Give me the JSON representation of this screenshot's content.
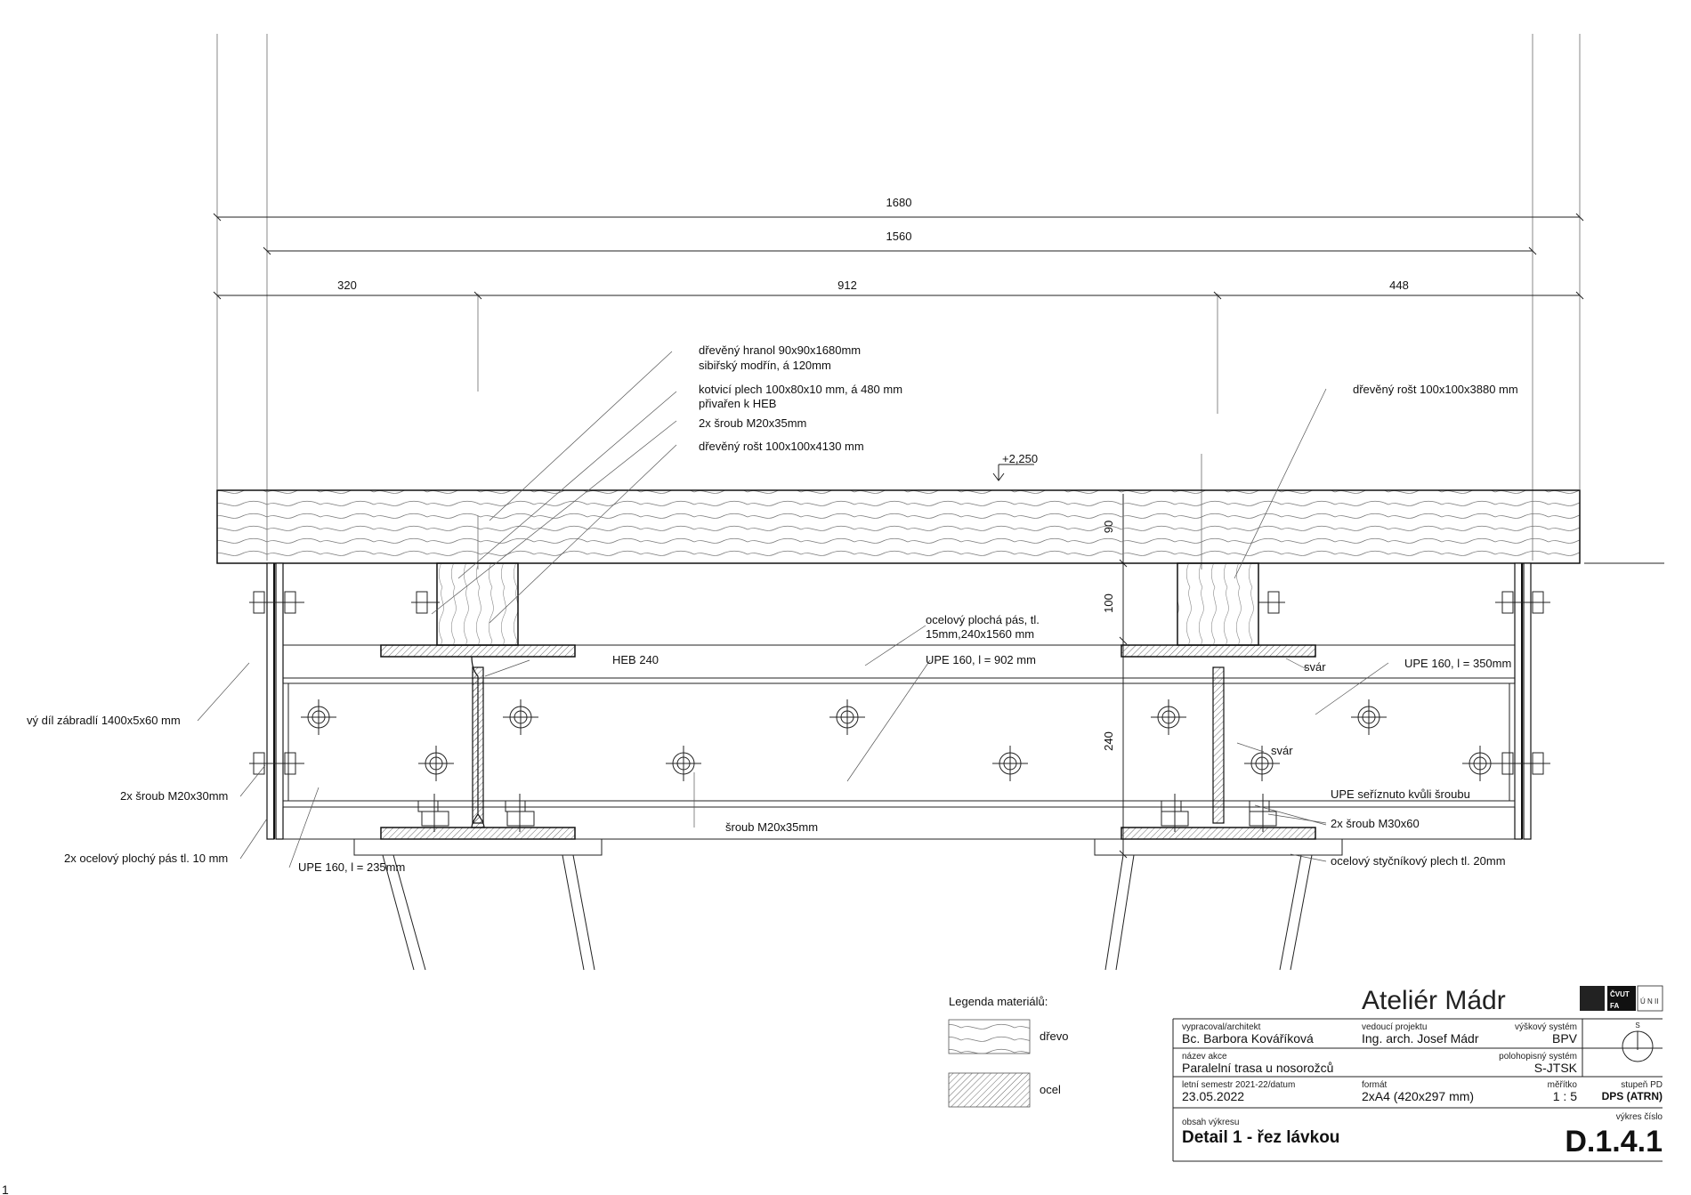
{
  "dimensions": {
    "overall": "1680",
    "inner": "1560",
    "left": "320",
    "middle": "912",
    "right": "448",
    "level": "+2,250",
    "v90": "90",
    "v100": "100",
    "v240": "240"
  },
  "labels": {
    "hranol_1": "dřevěný hranol 90x90x1680mm",
    "hranol_2": "sibiřský modřín, á 120mm",
    "kotvici_1": "kotvicí plech 100x80x10 mm, á 480 mm",
    "kotvici_2": "přivařen k HEB",
    "sroub_2x35": "2x šroub M20x35mm",
    "rost_4130": "dřevěný rošt 100x100x4130 mm",
    "rost_3880": "dřevěný rošt 100x100x3880 mm",
    "plochy_pas_1": "ocelový plochá pás, tl.",
    "plochy_pas_2": "15mm,240x1560 mm",
    "heb": "HEB 240",
    "upe_902": "UPE 160, l = 902 mm",
    "upe_350": "UPE 160, l = 350mm",
    "svar_1": "svár",
    "svar_2": "svár",
    "zabradli": "vý díl zábradlí  1400x5x60 mm",
    "sroub_2x30": "2x šroub M20x30mm",
    "plochy_pas_10": "2x ocelový plochý pás tl. 10 mm",
    "upe_235": "UPE 160, l = 235mm",
    "sroub_35": "šroub M20x35mm",
    "upe_seriznuto": "UPE seříznuto kvůli šroubu",
    "sroub_30x60": "2x šroub M30x60",
    "stycnikovy": "ocelový styčníkový plech tl. 20mm"
  },
  "legend": {
    "title": "Legenda materiálů:",
    "wood": "dřevo",
    "steel": "ocel"
  },
  "title_block": {
    "studio": "Ateliér Mádr",
    "author_label": "vypracoval/architekt",
    "author": "Bc. Barbora Kováříková",
    "leader_label": "vedoucí projektu",
    "leader": "Ing. arch. Josef Mádr",
    "height_sys_label": "výškový systém",
    "height_sys": "BPV",
    "action_label": "název akce",
    "action": "Paralelní trasa u nosorožců",
    "coord_sys_label": "polohopisný systém",
    "coord_sys": "S-JTSK",
    "semester_label": "letní semestr 2021-22/datum",
    "date": "23.05.2022",
    "format_label": "formát",
    "format": "2xA4 (420x297 mm)",
    "scale_label": "měřítko",
    "scale": "1 : 5",
    "stage_label": "stupeň PD",
    "stage": "DPS (ATRN)",
    "content_label": "obsah výkresu",
    "content": "Detail 1 - řez lávkou",
    "drawing_no_label": "výkres číslo",
    "drawing_no": "D.1.4.1",
    "logo_cvut": "ČVUT",
    "logo_fa": "FA",
    "logo_un": "Ú N II",
    "north": "S"
  },
  "page_number": "1"
}
